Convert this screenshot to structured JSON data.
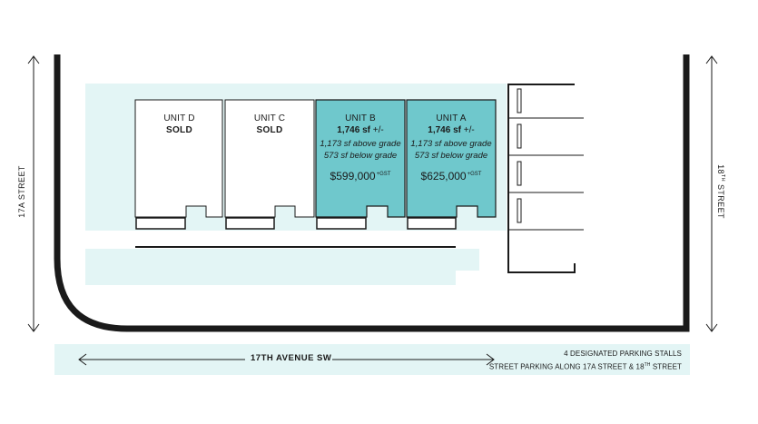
{
  "units": [
    {
      "name": "UNIT D",
      "status": "SOLD"
    },
    {
      "name": "UNIT C",
      "status": "SOLD"
    },
    {
      "name": "UNIT B",
      "area": "1,746 sf",
      "area_suffix": " +/-",
      "above_grade": "1,173 sf above grade",
      "below_grade": "573 sf below grade",
      "price": "$599,000",
      "price_suffix": "+GST"
    },
    {
      "name": "UNIT A",
      "area": "1,746 sf",
      "area_suffix": " +/-",
      "above_grade": "1,173 sf above grade",
      "below_grade": "573 sf below grade",
      "price": "$625,000",
      "price_suffix": "+GST"
    }
  ],
  "streets": {
    "left": "17A STREET",
    "right_number": "18",
    "right_sup": "TH",
    "right_suffix": " STREET",
    "bottom": "17TH AVENUE SW"
  },
  "notes": {
    "line1": "4 DESIGNATED PARKING STALLS",
    "line2_prefix": "STREET PARKING ALONG 17A STREET & 18",
    "line2_sup": "TH",
    "line2_suffix": " STREET"
  },
  "colors": {
    "available": "#6fc8cc",
    "tint": "#e3f5f5",
    "outline": "#1a1a1a"
  }
}
